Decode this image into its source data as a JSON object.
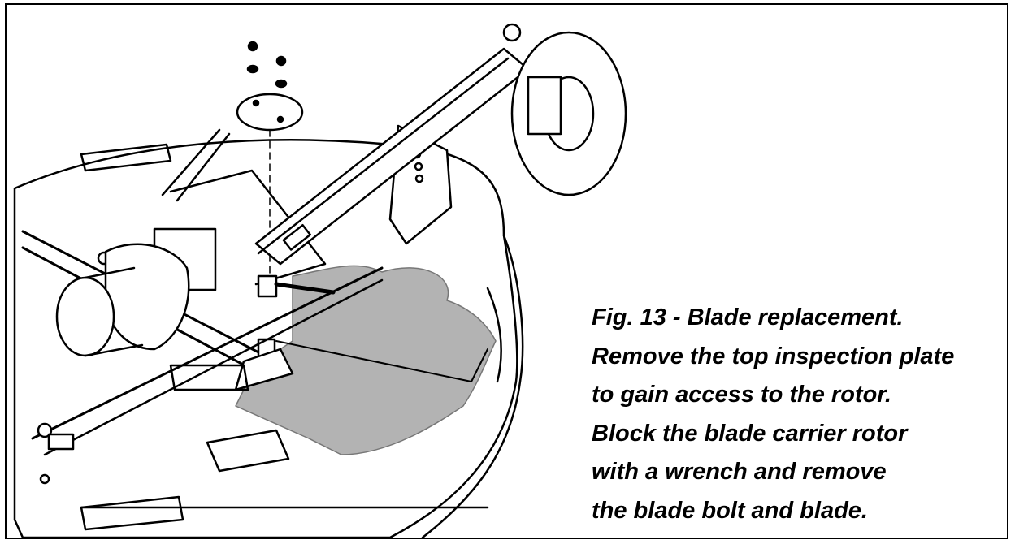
{
  "figure": {
    "caption_lines": [
      "Fig. 13 - Blade replacement.",
      "Remove the top inspection plate",
      "to gain access to the rotor.",
      "Block the blade carrier rotor",
      "with a wrench and remove",
      "the blade bolt and blade."
    ]
  },
  "colors": {
    "line": "#000000",
    "cutaway_fill": "#b3b3b3",
    "background": "#ffffff"
  }
}
